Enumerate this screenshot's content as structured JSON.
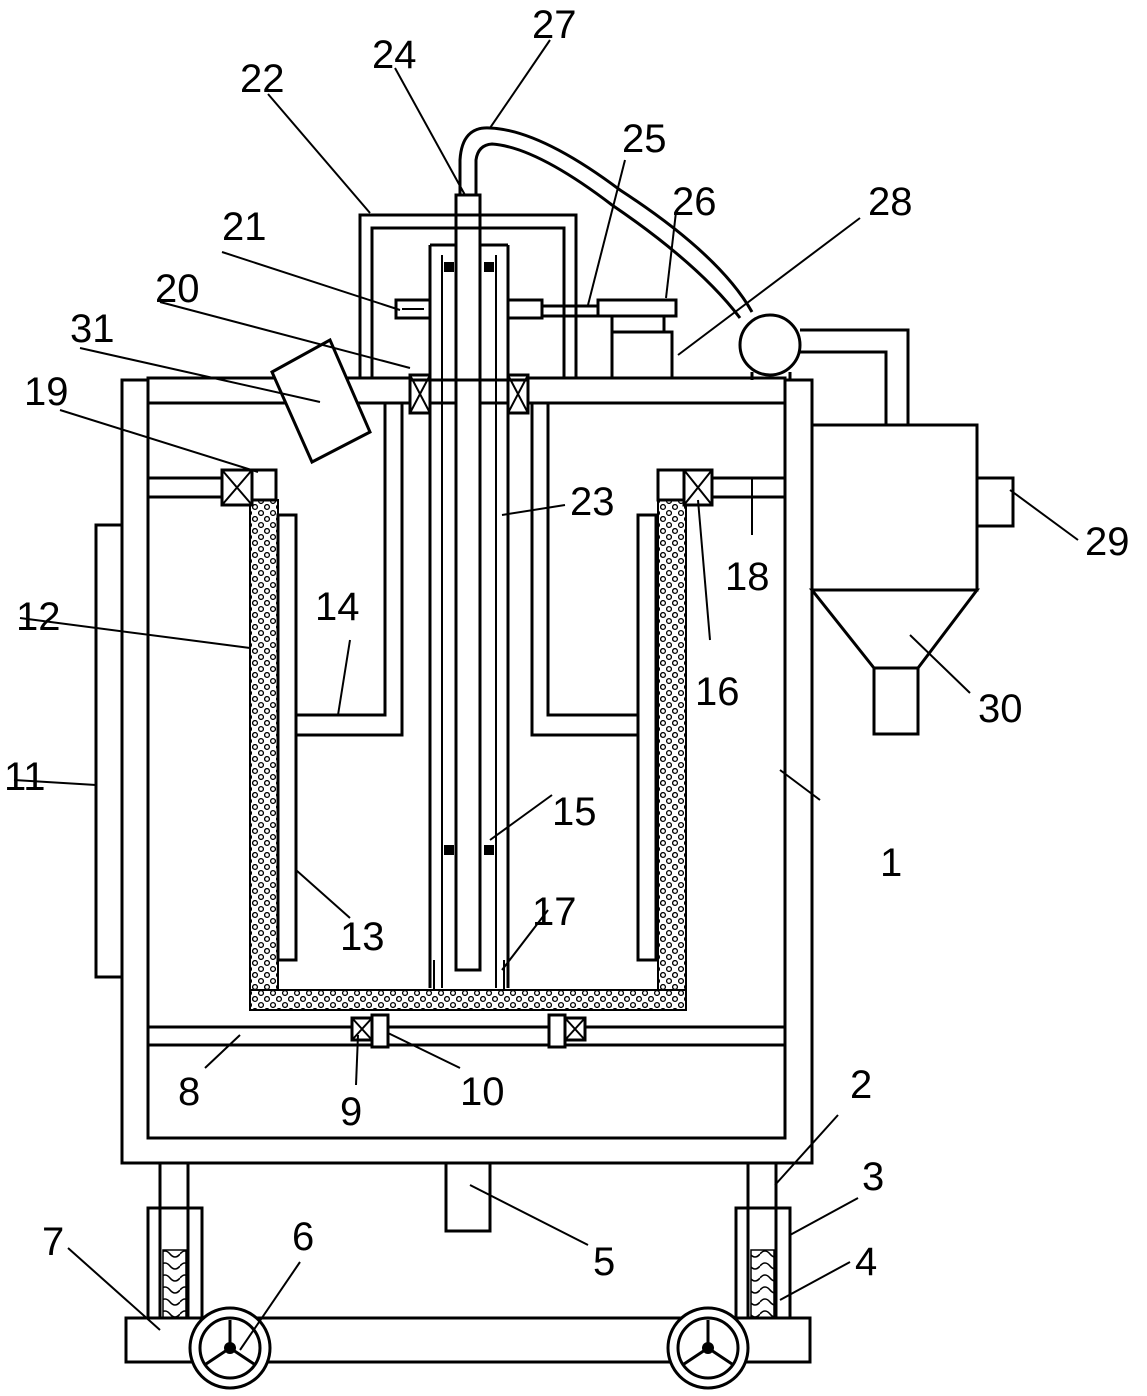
{
  "figure": {
    "labels": [
      {
        "id": "1",
        "text": "1"
      },
      {
        "id": "2",
        "text": "2"
      },
      {
        "id": "3",
        "text": "3"
      },
      {
        "id": "4",
        "text": "4"
      },
      {
        "id": "5",
        "text": "5"
      },
      {
        "id": "6",
        "text": "6"
      },
      {
        "id": "7",
        "text": "7"
      },
      {
        "id": "8",
        "text": "8"
      },
      {
        "id": "9",
        "text": "9"
      },
      {
        "id": "10",
        "text": "10"
      },
      {
        "id": "11",
        "text": "11"
      },
      {
        "id": "12",
        "text": "12"
      },
      {
        "id": "13",
        "text": "13"
      },
      {
        "id": "14",
        "text": "14"
      },
      {
        "id": "15",
        "text": "15"
      },
      {
        "id": "16",
        "text": "16"
      },
      {
        "id": "17",
        "text": "17"
      },
      {
        "id": "18",
        "text": "18"
      },
      {
        "id": "19",
        "text": "19"
      },
      {
        "id": "20",
        "text": "20"
      },
      {
        "id": "21",
        "text": "21"
      },
      {
        "id": "22",
        "text": "22"
      },
      {
        "id": "23",
        "text": "23"
      },
      {
        "id": "24",
        "text": "24"
      },
      {
        "id": "25",
        "text": "25"
      },
      {
        "id": "26",
        "text": "26"
      },
      {
        "id": "27",
        "text": "27"
      },
      {
        "id": "28",
        "text": "28"
      },
      {
        "id": "29",
        "text": "29"
      },
      {
        "id": "30",
        "text": "30"
      },
      {
        "id": "31",
        "text": "31"
      }
    ]
  }
}
